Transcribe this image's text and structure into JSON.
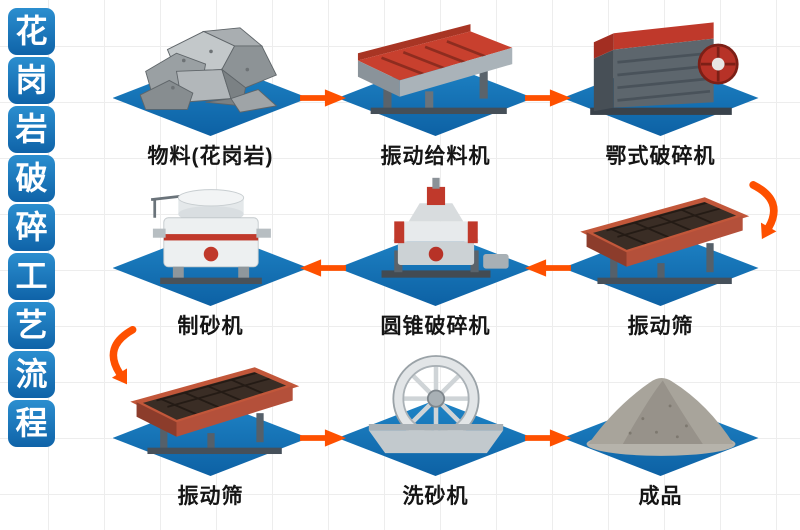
{
  "banner": {
    "title": "花岗岩破碎工艺流程",
    "chars": [
      "花",
      "岗",
      "岩",
      "破",
      "碎",
      "工",
      "艺",
      "流",
      "程"
    ]
  },
  "flow": {
    "cells": [
      {
        "label": "物料(花岗岩)",
        "icon": "granite-rocks-icon"
      },
      {
        "label": "振动给料机",
        "icon": "vibrating-feeder-icon"
      },
      {
        "label": "鄂式破碎机",
        "icon": "jaw-crusher-icon"
      },
      {
        "label": "制砂机",
        "icon": "sand-maker-icon"
      },
      {
        "label": "圆锥破碎机",
        "icon": "cone-crusher-icon"
      },
      {
        "label": "振动筛",
        "icon": "vibrating-screen-icon"
      },
      {
        "label": "振动筛",
        "icon": "vibrating-screen-icon"
      },
      {
        "label": "洗砂机",
        "icon": "sand-washer-icon"
      },
      {
        "label": "成品",
        "icon": "finished-product-icon"
      }
    ]
  },
  "colors": {
    "platform_blue": "#1274b6",
    "banner_blue": "#1877bd",
    "arrow_orange": "#fe5000"
  }
}
